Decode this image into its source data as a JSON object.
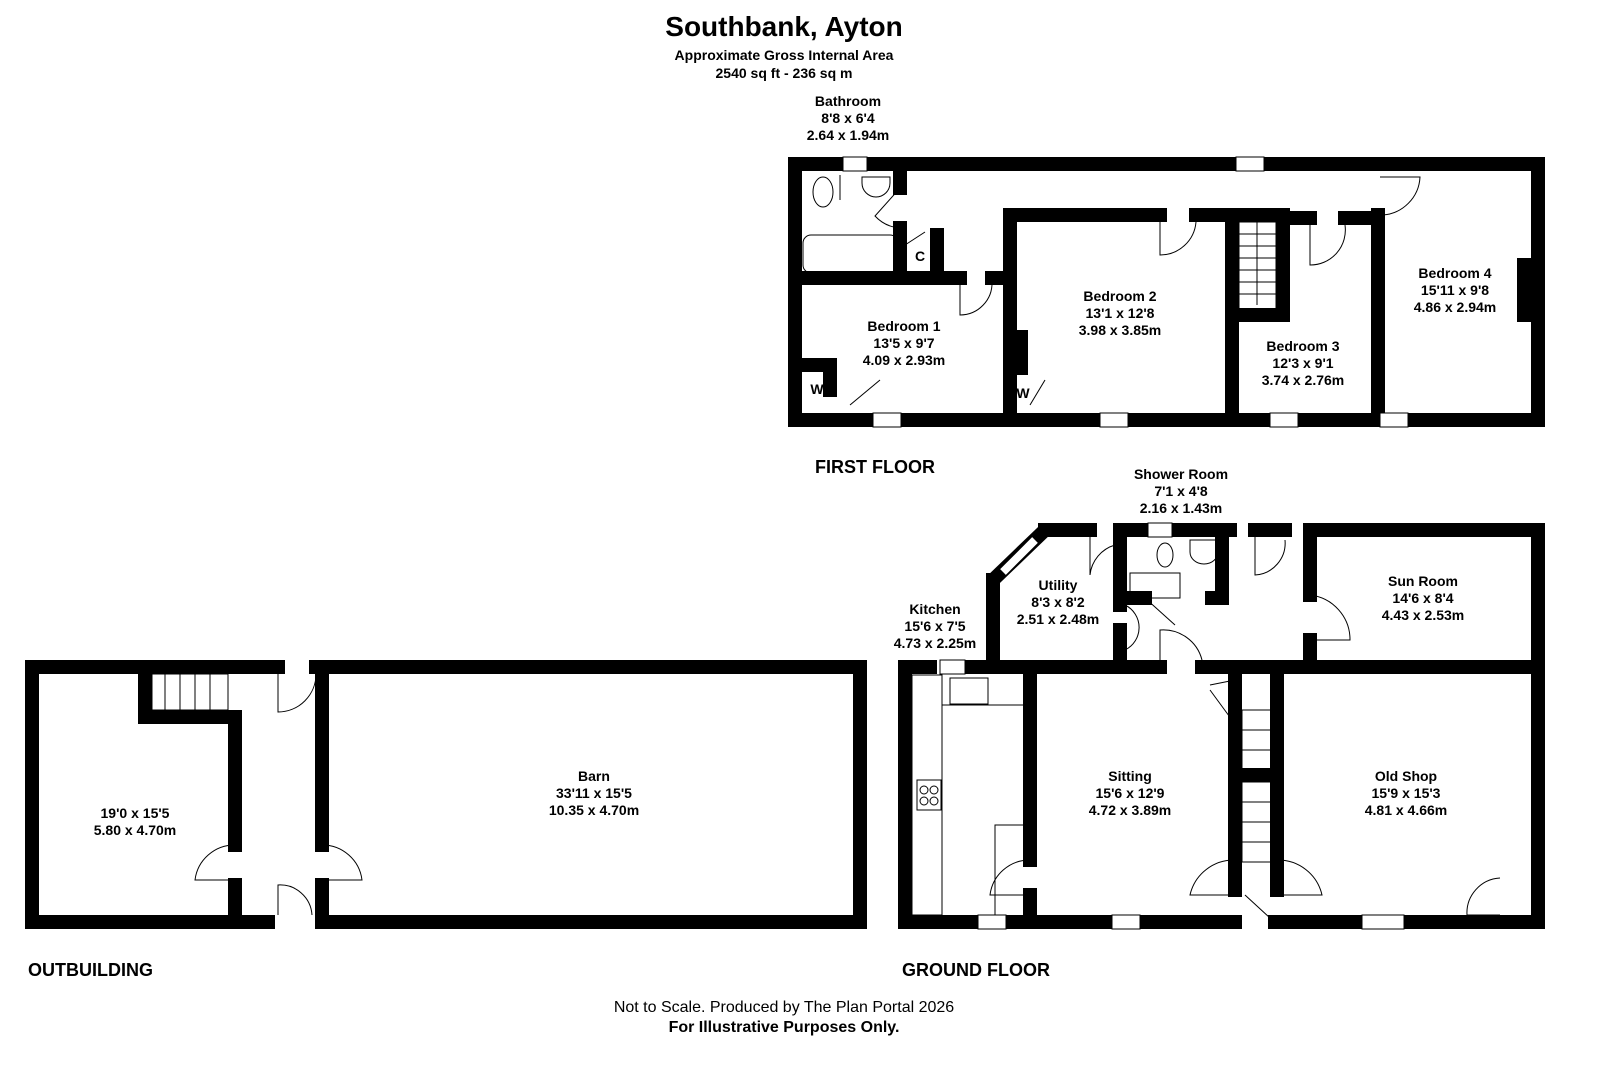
{
  "header": {
    "title": "Southbank, Ayton",
    "subtitle": "Approximate Gross Internal Area",
    "area": "2540 sq ft - 236 sq m"
  },
  "floors": {
    "first": "FIRST FLOOR",
    "ground": "GROUND FLOOR",
    "outbuilding": "OUTBUILDING"
  },
  "rooms": {
    "bathroom": {
      "name": "Bathroom",
      "imperial": "8'8 x 6'4",
      "metric": "2.64 x 1.94m"
    },
    "bedroom1": {
      "name": "Bedroom 1",
      "imperial": "13'5 x 9'7",
      "metric": "4.09 x 2.93m"
    },
    "bedroom2": {
      "name": "Bedroom 2",
      "imperial": "13'1 x 12'8",
      "metric": "3.98 x 3.85m"
    },
    "bedroom3": {
      "name": "Bedroom 3",
      "imperial": "12'3 x 9'1",
      "metric": "3.74 x 2.76m"
    },
    "bedroom4": {
      "name": "Bedroom 4",
      "imperial": "15'11 x 9'8",
      "metric": "4.86 x 2.94m"
    },
    "shower": {
      "name": "Shower Room",
      "imperial": "7'1 x 4'8",
      "metric": "2.16 x 1.43m"
    },
    "utility": {
      "name": "Utility",
      "imperial": "8'3 x 8'2",
      "metric": "2.51 x 2.48m"
    },
    "kitchen": {
      "name": "Kitchen",
      "imperial": "15'6 x 7'5",
      "metric": "4.73 x 2.25m"
    },
    "sunroom": {
      "name": "Sun Room",
      "imperial": "14'6 x 8'4",
      "metric": "4.43 x 2.53m"
    },
    "sitting": {
      "name": "Sitting",
      "imperial": "15'6 x 12'9",
      "metric": "4.72 x 3.89m"
    },
    "oldshop": {
      "name": "Old Shop",
      "imperial": "15'9 x 15'3",
      "metric": "4.81 x 4.66m"
    },
    "barn": {
      "name": "Barn",
      "imperial": "33'11 x 15'5",
      "metric": "10.35 x 4.70m"
    },
    "outroom": {
      "imperial": "19'0 x 15'5",
      "metric": "5.80 x 4.70m"
    }
  },
  "labels": {
    "cupboard": "C",
    "wardrobe1": "W",
    "wardrobe2": "W"
  },
  "footer": {
    "line1": "Not to Scale. Produced by The Plan Portal 2026",
    "line2": "For Illustrative Purposes Only."
  }
}
